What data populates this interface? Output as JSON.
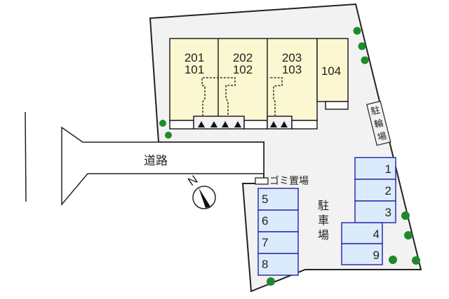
{
  "colors": {
    "lot": "#f2f2f2",
    "building": "#fbf7d0",
    "parking": "#dcebfb",
    "parking_border": "#2b2fae",
    "tree": "#1e8a2a",
    "line": "#222222"
  },
  "building": {
    "units": [
      {
        "upper": "201",
        "lower": "101"
      },
      {
        "upper": "202",
        "lower": "102"
      },
      {
        "upper": "203",
        "lower": "103"
      },
      {
        "upper": "",
        "lower": "104"
      }
    ]
  },
  "labels": {
    "road": "道路",
    "garbage": "ゴミ置場",
    "parking_lot": [
      "駐",
      "車",
      "場"
    ],
    "bicycle_parking": [
      "駐",
      "輪",
      "場"
    ],
    "north": "N"
  },
  "parking": {
    "right_column": [
      "1",
      "2",
      "3"
    ],
    "right_lower": [
      "4",
      "9"
    ],
    "left_column": [
      "5",
      "6",
      "7",
      "8"
    ]
  }
}
